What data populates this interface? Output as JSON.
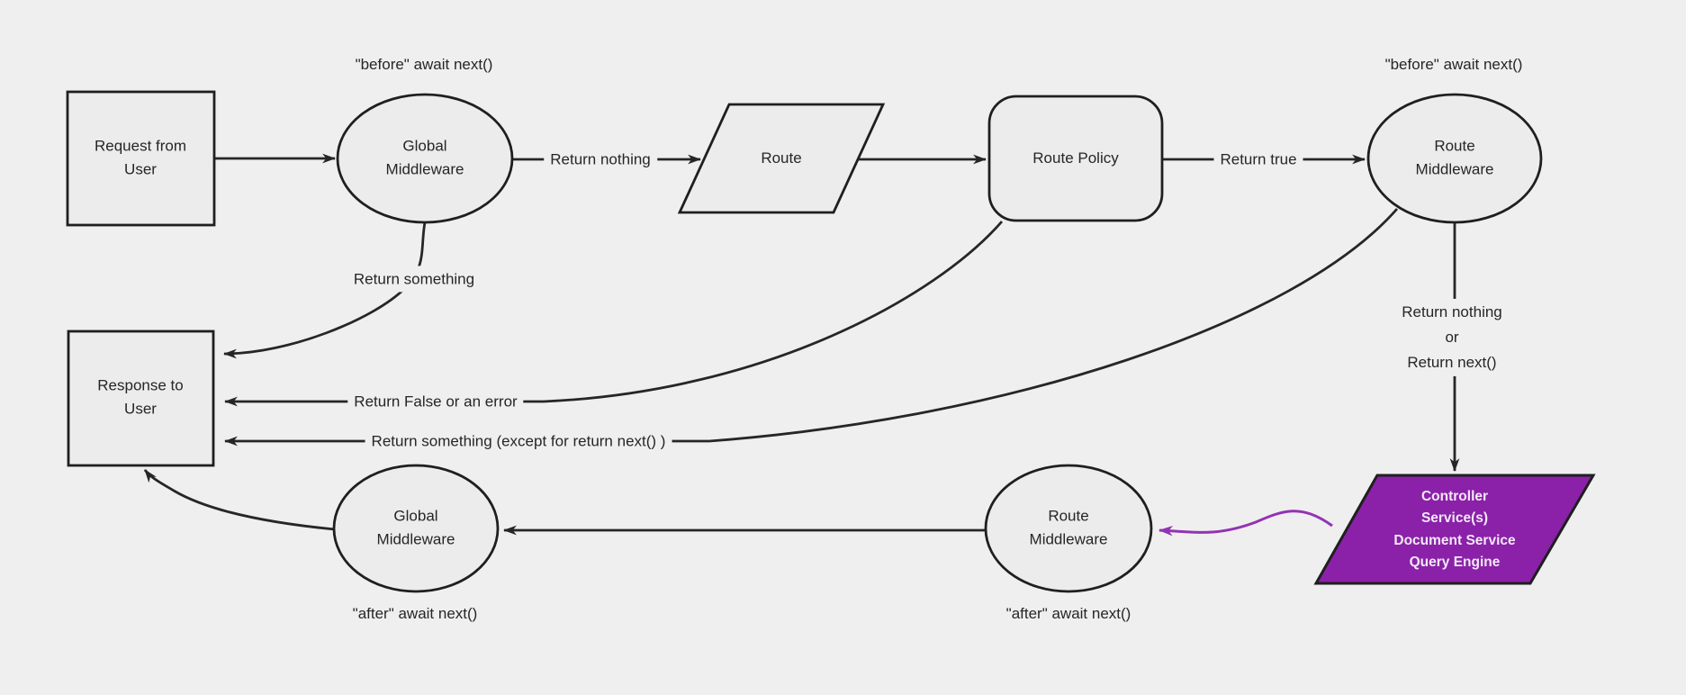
{
  "diagram": {
    "type": "flowchart",
    "description": "Request/response middleware lifecycle flowchart"
  },
  "colors": {
    "background": "#efefef",
    "node_fill": "#ececec",
    "node_stroke": "#1f1f1f",
    "edge_stroke": "#262626",
    "text": "#262626",
    "purple_node_fill": "#8a21a8",
    "purple_edge": "#9333b3",
    "purple_node_text": "#f3e9f6"
  },
  "nodes": {
    "request": {
      "label": "Request from\nUser",
      "shape": "rectangle"
    },
    "global_middleware_in": {
      "label": "Global\nMiddleware",
      "shape": "ellipse"
    },
    "route": {
      "label": "Route",
      "shape": "parallelogram"
    },
    "route_policy": {
      "label": "Route Policy",
      "shape": "rounded-rectangle"
    },
    "route_middleware_in": {
      "label": "Route\nMiddleware",
      "shape": "ellipse"
    },
    "response": {
      "label": "Response to\nUser",
      "shape": "rectangle"
    },
    "global_middleware_out": {
      "label": "Global\nMiddleware",
      "shape": "ellipse"
    },
    "route_middleware_out": {
      "label": "Route\nMiddleware",
      "shape": "ellipse"
    },
    "controller": {
      "label": "Controller\nService(s)\nDocument Service\nQuery Engine",
      "shape": "parallelogram"
    }
  },
  "edge_labels": {
    "before_global": "\"before\" await next()",
    "before_route": "\"before\" await next()",
    "after_global": "\"after\" await next()",
    "after_route": "\"after\" await next()",
    "return_nothing": "Return nothing",
    "return_true": "Return true",
    "return_something": "Return something",
    "return_false": "Return False or an error",
    "return_something_except": "Return something (except for return next() )",
    "return_nothing_or_next": "Return nothing\nor\nReturn next()"
  }
}
